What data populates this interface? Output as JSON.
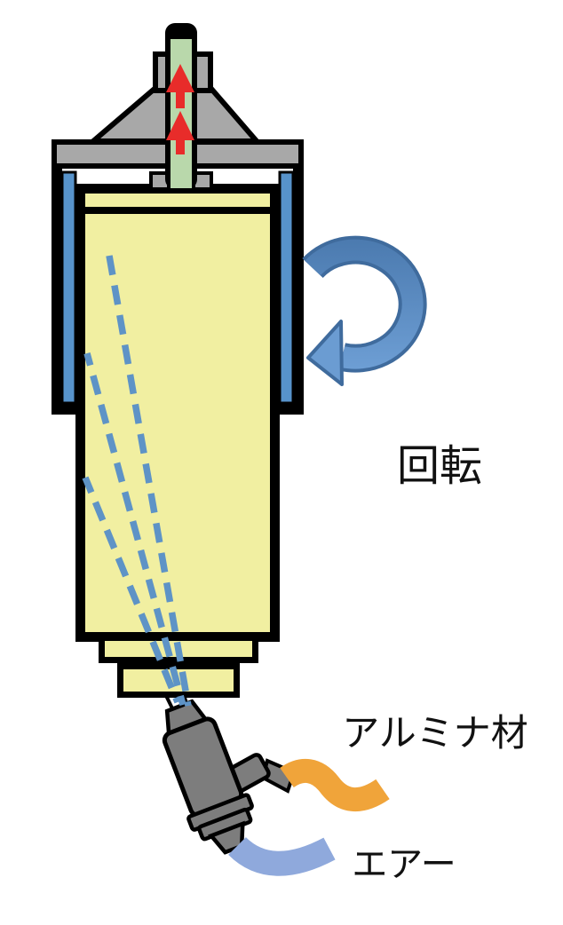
{
  "diagram": {
    "title": "rotary-vessel-spray-diagram",
    "labels": {
      "rotation": "回転",
      "alumina": "アルミナ材",
      "air": "エアー"
    },
    "colors": {
      "vessel_yellow": "#F1EFA1",
      "holder_gray": "#A8A8A8",
      "rod_green": "#B9D8AB",
      "side_bearing_blue": "#5793CB",
      "spray_trajectory_blue": "#5E93C6",
      "rotation_arrow_blue_dark": "#4A79AE",
      "rotation_arrow_blue_light": "#6FA0D6",
      "rotation_arrow_outline": "#3F6B9D",
      "spray_gun_gray": "#7D7D7D",
      "alumina_feed_orange": "#F0A43A",
      "air_feed_blue": "#8FA9DC",
      "extraction_arrow_red": "#E82C2A",
      "outline_black": "#000000"
    }
  }
}
